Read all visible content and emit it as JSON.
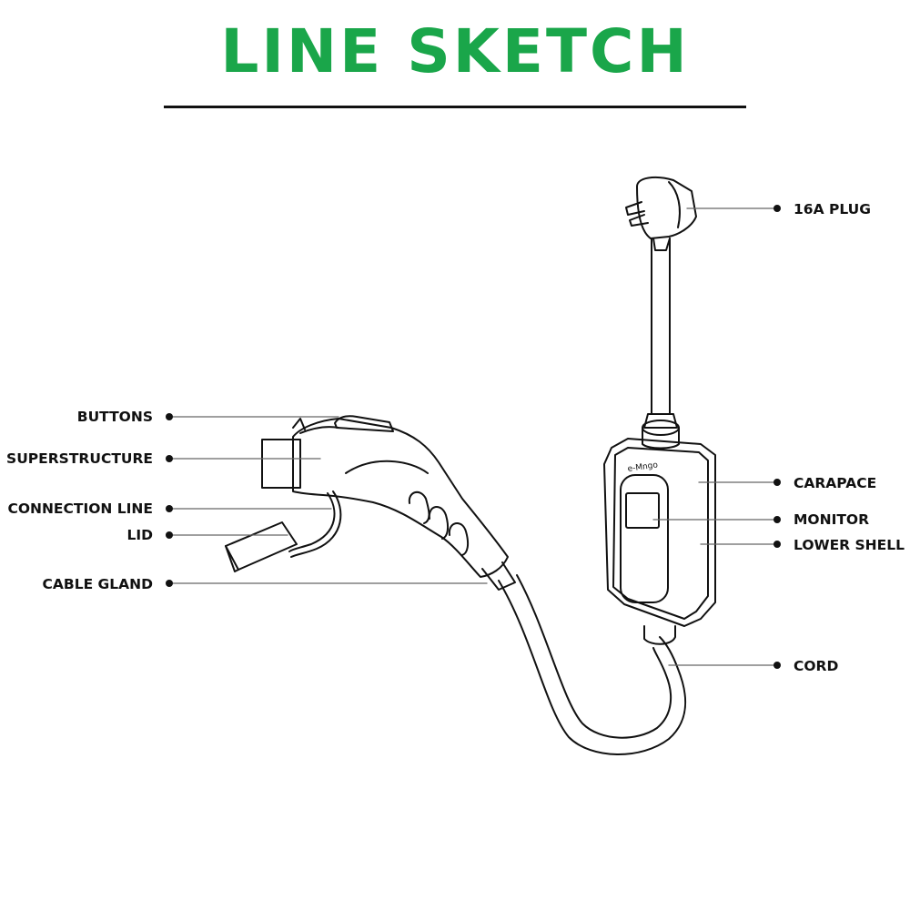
{
  "title": "LINE SKETCH",
  "brand_mark": "e-Mngo",
  "colors": {
    "title": "#1aa64a",
    "lines": "#111111",
    "leaders": "#666666"
  },
  "labels_left": [
    {
      "id": "buttons",
      "text": "BUTTONS"
    },
    {
      "id": "superstructure",
      "text": "SUPERSTRUCTURE"
    },
    {
      "id": "connection-line",
      "text": "CONNECTION LINE"
    },
    {
      "id": "lid",
      "text": "LID"
    },
    {
      "id": "cable-gland",
      "text": "CABLE GLAND"
    }
  ],
  "labels_right": [
    {
      "id": "16a-plug",
      "text": "16A PLUG"
    },
    {
      "id": "carapace",
      "text": "CARAPACE"
    },
    {
      "id": "monitor",
      "text": "MONITOR"
    },
    {
      "id": "lower-shell",
      "text": "LOWER SHELL"
    },
    {
      "id": "cord",
      "text": "CORD"
    }
  ]
}
